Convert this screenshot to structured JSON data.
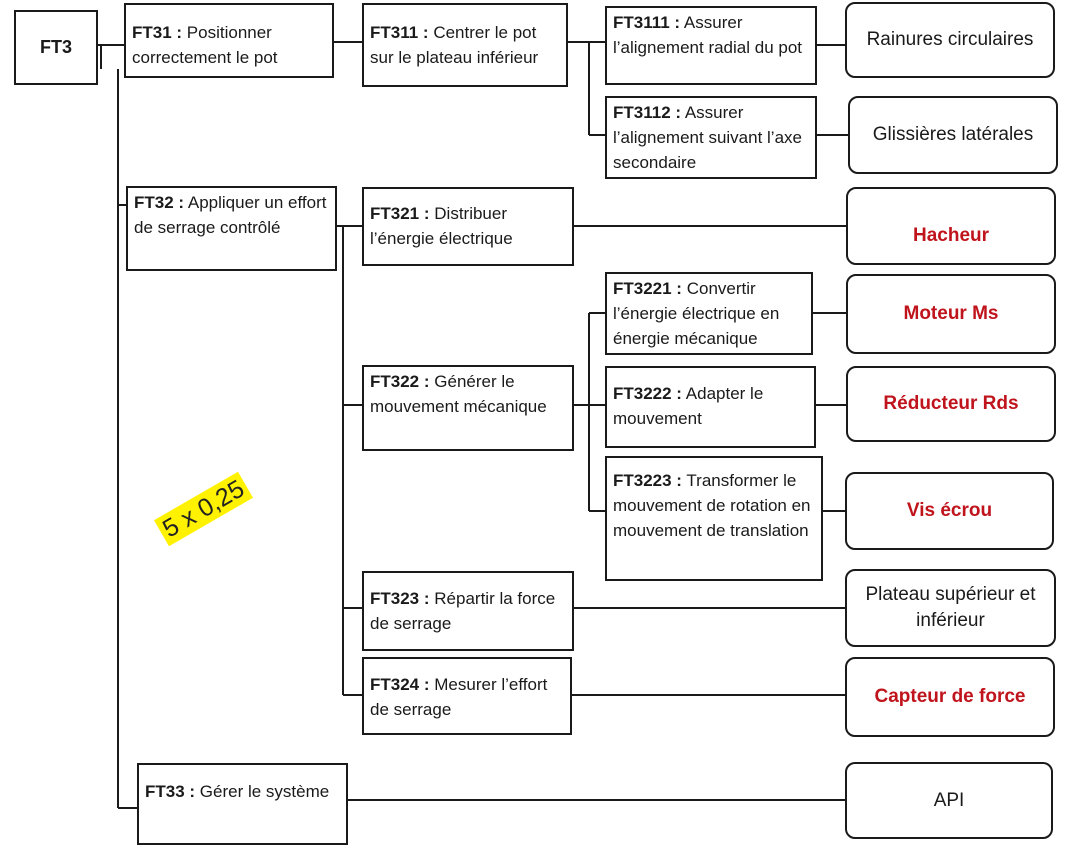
{
  "root": {
    "code": "FT3"
  },
  "functions": {
    "ft31": {
      "code": "FT31 :",
      "text": "Positionner correctement le pot"
    },
    "ft311": {
      "code": "FT311 :",
      "text": "Centrer le pot sur le plateau inférieur"
    },
    "ft3111": {
      "code": "FT3111 :",
      "text": "Assurer l’alignement radial du pot"
    },
    "ft3112": {
      "code": "FT3112 :",
      "text": "Assurer l’alignement suivant l’axe secondaire"
    },
    "ft32": {
      "code": "FT32 :",
      "text": "Appliquer un effort de serrage contrôlé"
    },
    "ft321": {
      "code": "FT321 :",
      "text": "Distribuer l’énergie électrique"
    },
    "ft322": {
      "code": "FT322 :",
      "text": "Générer le mouvement mécanique"
    },
    "ft3221": {
      "code": "FT3221 :",
      "text": "Convertir l’énergie électrique en énergie mécanique"
    },
    "ft3222": {
      "code": "FT3222 :",
      "text": "Adapter le mouvement"
    },
    "ft3223": {
      "code": "FT3223 :",
      "text": "Transformer le mouvement de rotation en mouvement de translation"
    },
    "ft323": {
      "code": "FT323 :",
      "text": "Répartir la force de serrage"
    },
    "ft324": {
      "code": "FT324 :",
      "text": "Mesurer l’effort de serrage"
    },
    "ft33": {
      "code": "FT33 :",
      "text": "Gérer le système"
    }
  },
  "solutions": {
    "rainures": "Rainures circulaires",
    "glissieres": "Glissières latérales",
    "hacheur": "Hacheur",
    "moteur": "Moteur Ms",
    "reducteur": "Réducteur Rds",
    "vis": "Vis écrou",
    "plateau": "Plateau supérieur et inférieur",
    "capteur": "Capteur de force",
    "api": "API"
  },
  "highlighted_solution_color": "#c0141c",
  "annotation": {
    "text": "5 x 0,25",
    "color": "#fff200"
  }
}
